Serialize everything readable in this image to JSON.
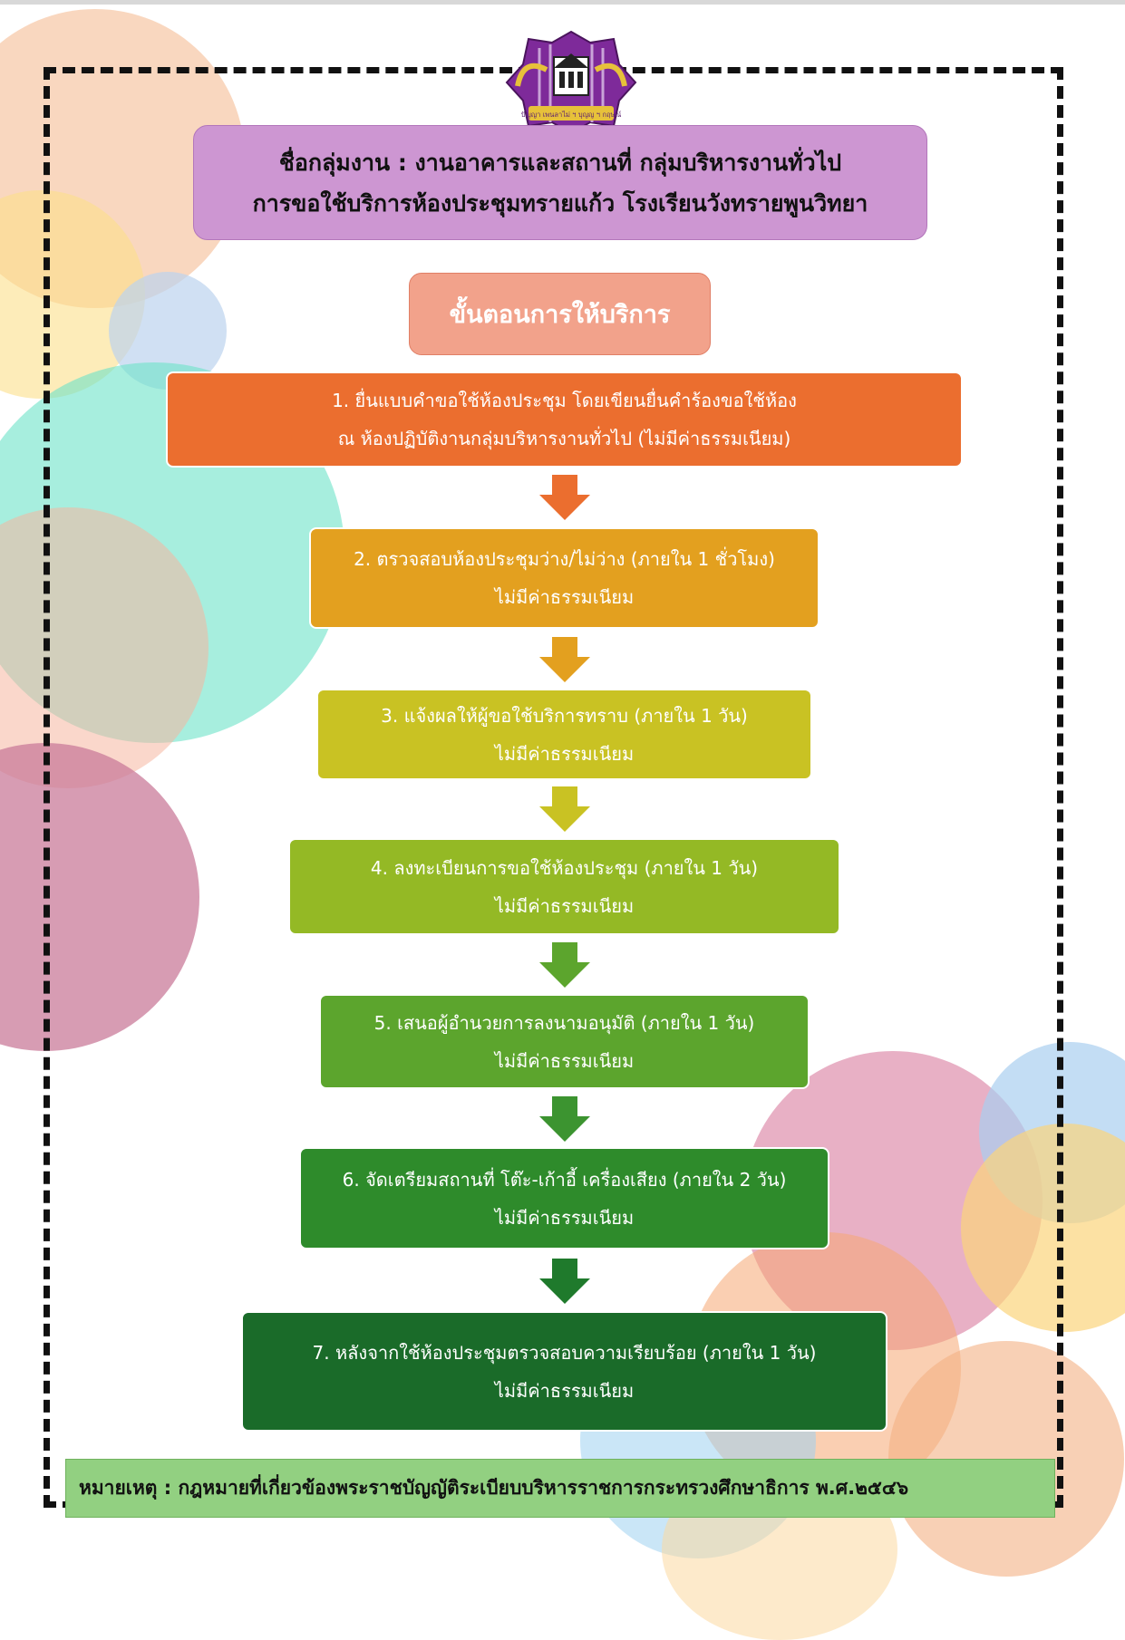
{
  "header": {
    "title_line1": "ชื่อกลุ่มงาน : งานอาคารและสถานที่ กลุ่มบริหารงานทั่วไป",
    "title_line2": "การขอใช้บริการห้องประชุมทรายแก้ว โรงเรียนวังทรายพูนวิทยา"
  },
  "section_title": "ขั้นตอนการให้บริการ",
  "steps": [
    {
      "line1": "1. ยื่นแบบคำขอใช้ห้องประชุม โดยเขียนยื่นคำร้องขอใช้ห้อง",
      "line2": "ณ ห้องปฏิบัติงานกลุ่มบริหารงานทั่วไป (ไม่มีค่าธรรมเนียม)",
      "color": "#eb6e2f"
    },
    {
      "line1": "2. ตรวจสอบห้องประชุมว่าง/ไม่ว่าง (ภายใน 1 ชั่วโมง)",
      "line2": "ไม่มีค่าธรรมเนียม",
      "color": "#e3a01f"
    },
    {
      "line1": "3. แจ้งผลให้ผู้ขอใช้บริการทราบ (ภายใน 1 วัน)",
      "line2": "ไม่มีค่าธรรมเนียม",
      "color": "#c9c223"
    },
    {
      "line1": "4. ลงทะเบียนการขอใช้ห้องประชุม (ภายใน 1 วัน)",
      "line2": "ไม่มีค่าธรรมเนียม",
      "color": "#94b925"
    },
    {
      "line1": "5. เสนอผู้อำนวยการลงนามอนุมัติ (ภายใน 1 วัน)",
      "line2": "ไม่มีค่าธรรมเนียม",
      "color": "#5ca52d"
    },
    {
      "line1": "6. จัดเตรียมสถานที่ โต๊ะ-เก้าอี้ เครื่องเสียง (ภายใน 2 วัน)",
      "line2": "ไม่มีค่าธรรมเนียม",
      "color": "#2e8b2b"
    },
    {
      "line1": "7. หลังจากใช้ห้องประชุมตรวจสอบความเรียบร้อย (ภายใน 1 วัน)",
      "line2": "ไม่มีค่าธรรมเนียม",
      "color": "#1a6b29"
    }
  ],
  "note": "หมายเหตุ : กฎหมายที่เกี่ยวข้องพระราชบัญญัติระเบียบบริหารราชการกระทรวงศึกษาธิการ พ.ศ.๒๕๔๖",
  "logo": {
    "icon": "school-emblem",
    "text": "ปัญญา เพนลาไม่ ฯ บุญญ ฯ กฤษณ์"
  }
}
